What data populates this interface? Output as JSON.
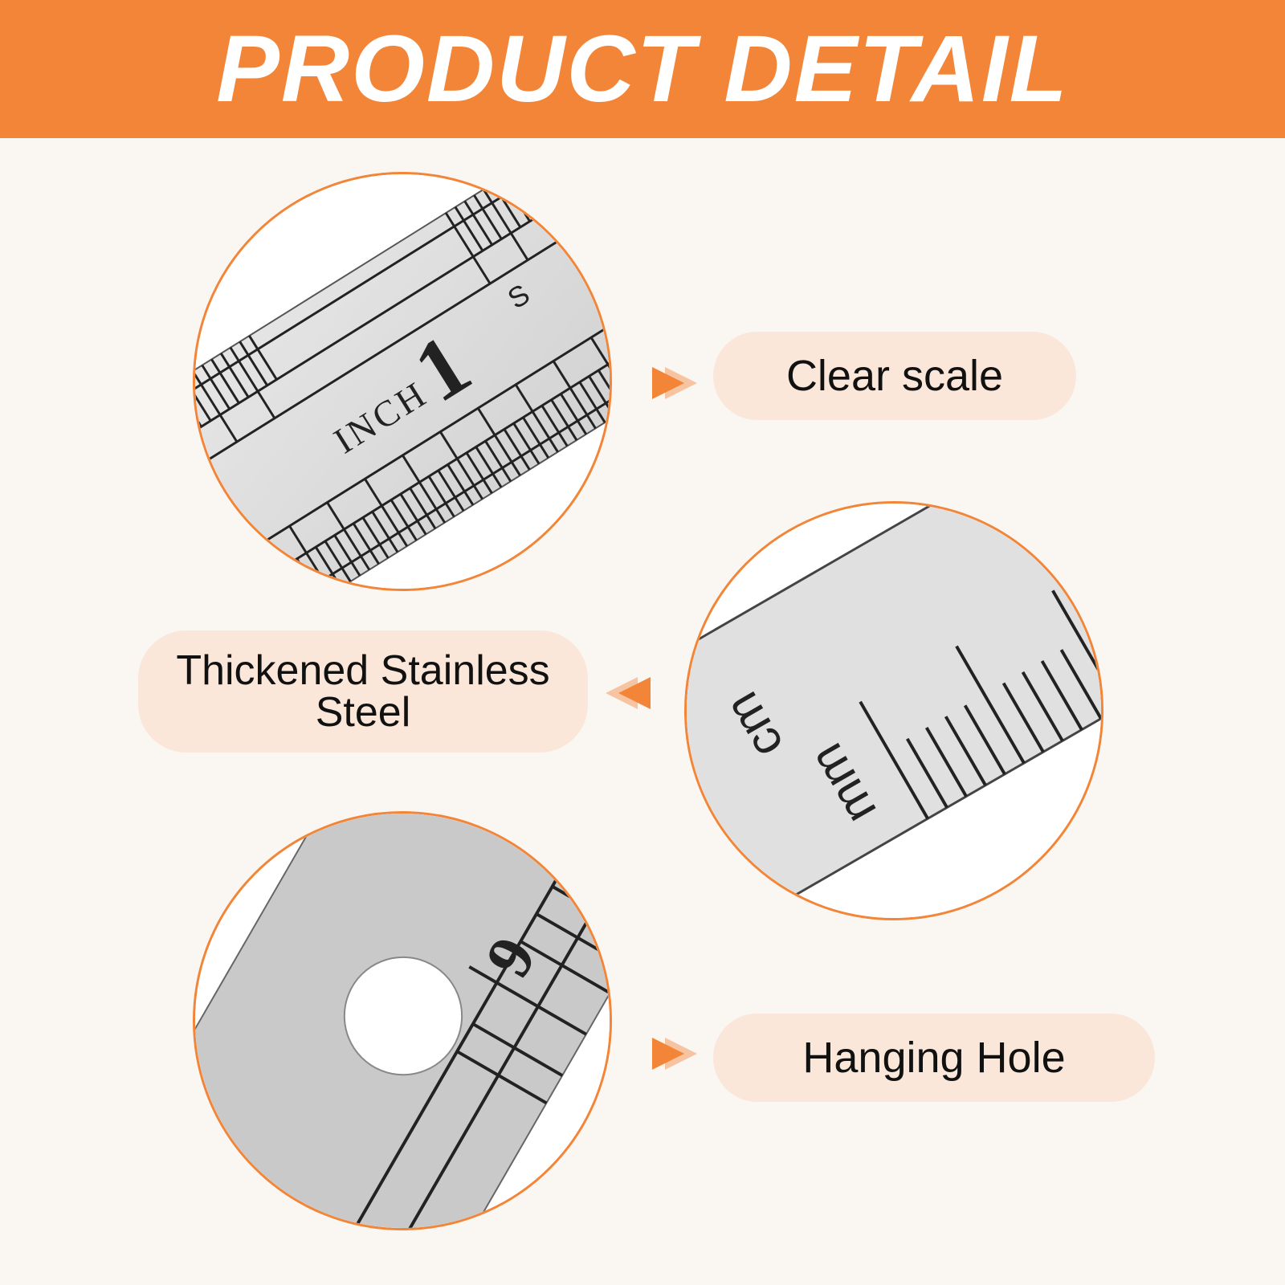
{
  "banner": {
    "title": "PRODUCT DETAIL"
  },
  "features": [
    {
      "label": "Clear scale",
      "icon": "ruler-inch-closeup"
    },
    {
      "label": "Thickened Stainless Steel",
      "icon": "ruler-cm-mm-closeup"
    },
    {
      "label": "Hanging Hole",
      "icon": "ruler-hanging-hole-closeup"
    }
  ],
  "ruler_text": {
    "inch_unit": "INCH",
    "inch_number": "1",
    "partial_letter": "S",
    "cm_unit": "cm",
    "mm_unit": "mm",
    "six_mark": "6"
  },
  "colors": {
    "accent": "#f28537",
    "pill": "#fbe7d9",
    "background": "#faf6f1"
  }
}
